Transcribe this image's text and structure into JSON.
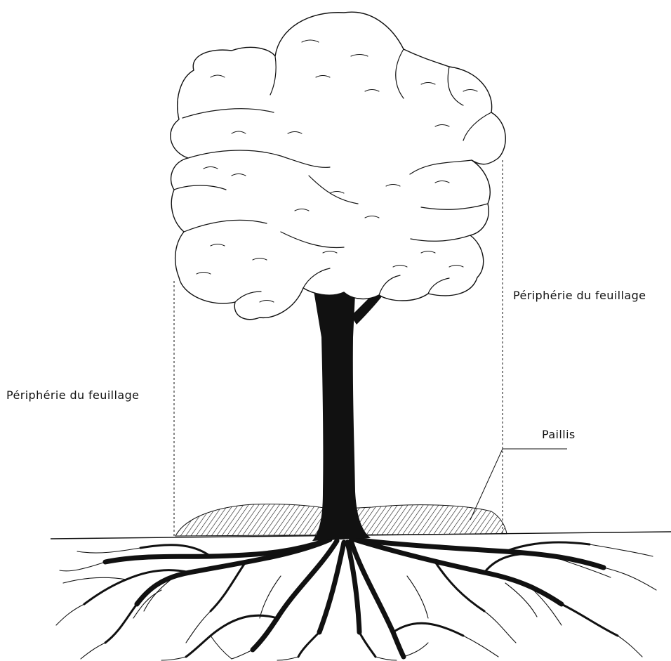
{
  "labels": {
    "canopy_edge_right": "Périphérie du feuillage",
    "canopy_edge_left": "Périphérie du feuillage",
    "mulch": "Paillis"
  },
  "colors": {
    "ink": "#111111",
    "background": "#ffffff"
  }
}
